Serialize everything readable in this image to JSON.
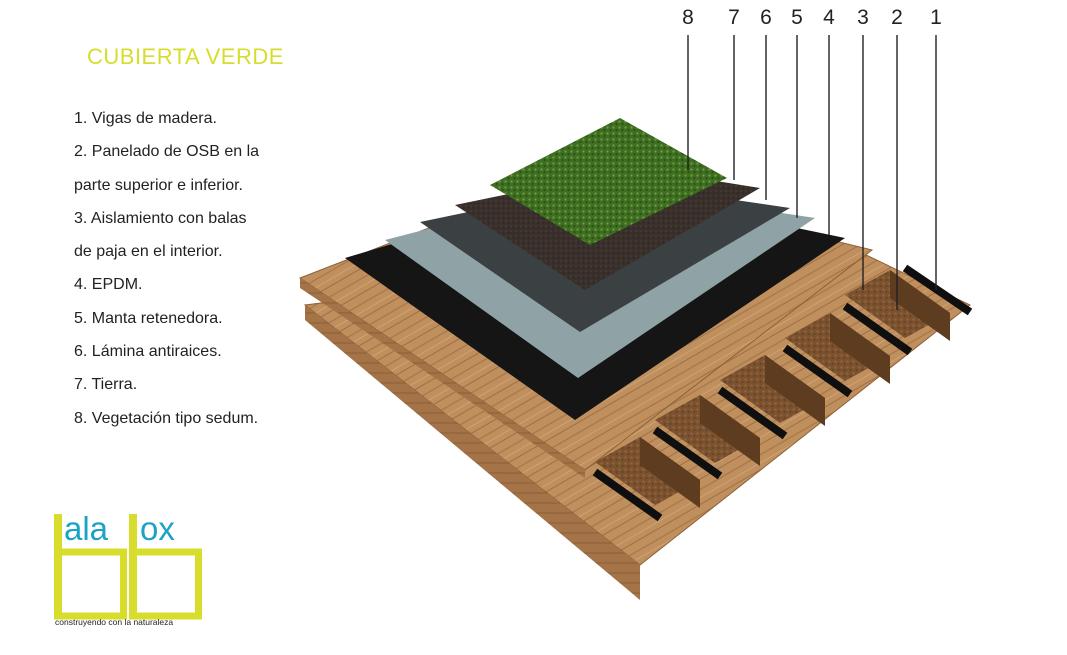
{
  "title": "CUBIERTA VERDE",
  "legend": [
    "1. Vigas de madera.",
    "2. Panelado de OSB en la",
    "parte superior e inferior.",
    "3. Aislamiento con balas",
    "de paja en el interior.",
    "4. EPDM.",
    "5. Manta retenedora.",
    "6. Lámina antiraices.",
    "7. Tierra.",
    "8. Vegetación tipo sedum."
  ],
  "callouts": [
    "8",
    "7",
    "6",
    "5",
    "4",
    "3",
    "2",
    "1"
  ],
  "logo": {
    "word_left": "ala",
    "word_right": "ox",
    "caption": "construyendo con la naturaleza"
  },
  "colors": {
    "accent": "#d7dd2a",
    "logo_text": "#1ba3c6",
    "vegetation": "#3f6e22",
    "soil": "#3a302b",
    "root_sheet": "#3b4043",
    "retention_mat": "#8fa3a6",
    "epdm": "#151515",
    "osb": "#b98b5c",
    "straw": "#7a5230",
    "beam": "#0f0f0f"
  }
}
